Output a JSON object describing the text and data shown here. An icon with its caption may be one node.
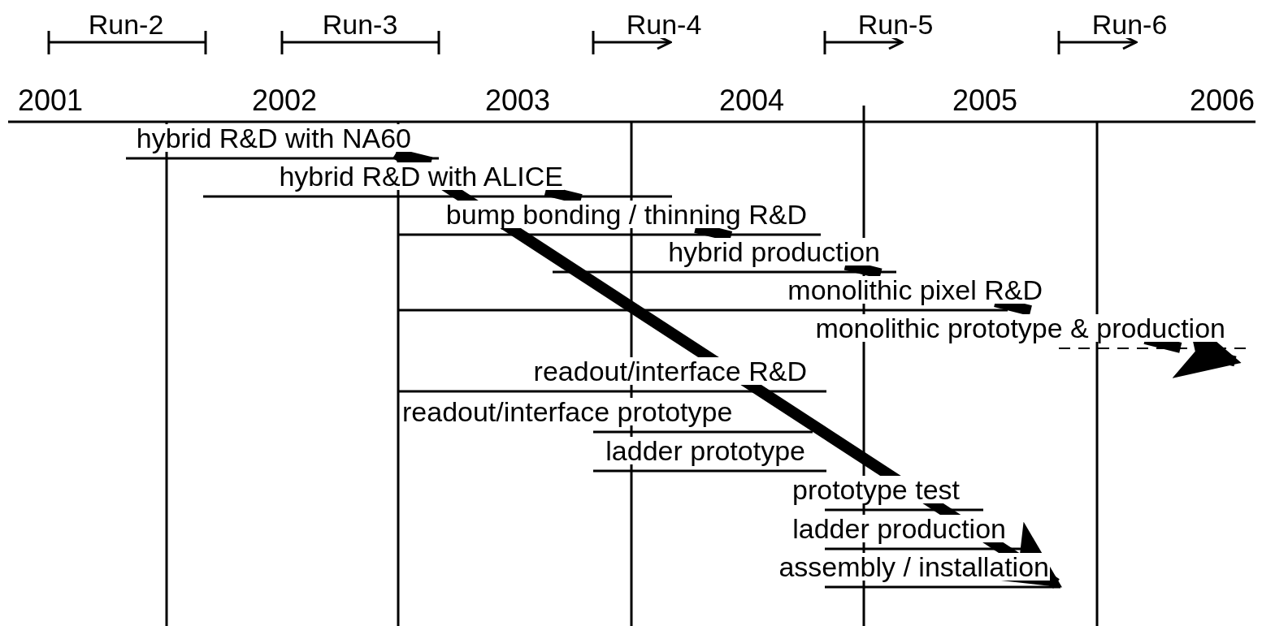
{
  "diagram": {
    "labels": [
      "Run-2",
      "Run-3",
      "Run-4",
      "Run-5",
      "Run-6",
      "2001",
      "2002",
      "2003",
      "2004",
      "2005",
      "2006",
      "hybrid R&D with NA60",
      "hybrid R&D with ALICE",
      "bump bonding / thinning R&D",
      "hybrid production",
      "monolithic pixel R&D",
      "monolithic prototype & production",
      "readout/interface R&D",
      "readout/interface prototype",
      "ladder prototype",
      "prototype test",
      "ladder production",
      "assembly / installation"
    ]
  }
}
